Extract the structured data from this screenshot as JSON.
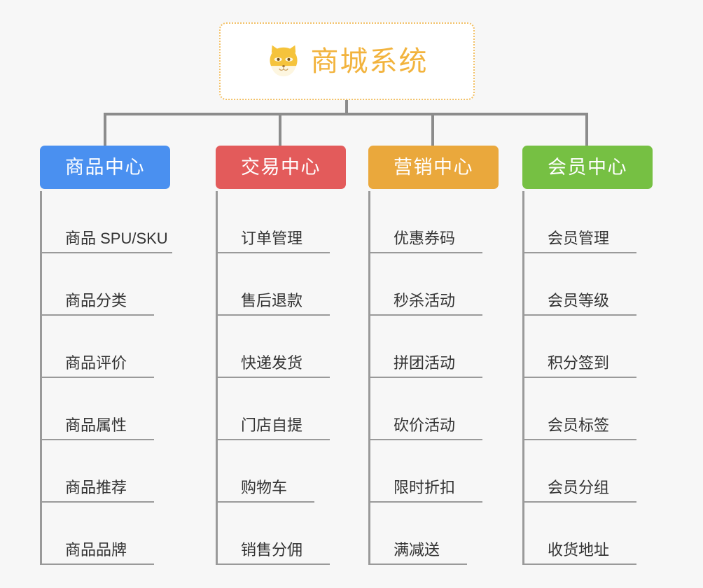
{
  "page": {
    "background_color": "#f7f7f7",
    "connector_color": "#8c8c8c"
  },
  "root": {
    "title": "商城系统",
    "icon": "shiba-dog-face-icon",
    "title_color": "#f2b33d",
    "border_color": "#f2c066",
    "background_color": "#ffffff"
  },
  "columns": [
    {
      "id": "product-center",
      "label": "商品中心",
      "color": "#4a90f0",
      "items": [
        {
          "label": "商品 SPU/SKU",
          "underline_width": 171
        },
        {
          "label": "商品分类",
          "underline_width": 145
        },
        {
          "label": "商品评价",
          "underline_width": 145
        },
        {
          "label": "商品属性",
          "underline_width": 145
        },
        {
          "label": "商品推荐",
          "underline_width": 145
        },
        {
          "label": "商品品牌",
          "underline_width": 145
        }
      ]
    },
    {
      "id": "trade-center",
      "label": "交易中心",
      "color": "#e35b5b",
      "items": [
        {
          "label": "订单管理",
          "underline_width": 145
        },
        {
          "label": "售后退款",
          "underline_width": 145
        },
        {
          "label": "快递发货",
          "underline_width": 145
        },
        {
          "label": "门店自提",
          "underline_width": 145
        },
        {
          "label": "购物车",
          "underline_width": 125
        },
        {
          "label": "销售分佣",
          "underline_width": 145
        }
      ]
    },
    {
      "id": "marketing-center",
      "label": "营销中心",
      "color": "#eaa83c",
      "items": [
        {
          "label": "优惠券码",
          "underline_width": 145
        },
        {
          "label": "秒杀活动",
          "underline_width": 145
        },
        {
          "label": "拼团活动",
          "underline_width": 145
        },
        {
          "label": "砍价活动",
          "underline_width": 145
        },
        {
          "label": "限时折扣",
          "underline_width": 145
        },
        {
          "label": "满减送",
          "underline_width": 125
        }
      ]
    },
    {
      "id": "member-center",
      "label": "会员中心",
      "color": "#76c043",
      "items": [
        {
          "label": "会员管理",
          "underline_width": 145
        },
        {
          "label": "会员等级",
          "underline_width": 145
        },
        {
          "label": "积分签到",
          "underline_width": 145
        },
        {
          "label": "会员标签",
          "underline_width": 145
        },
        {
          "label": "会员分组",
          "underline_width": 145
        },
        {
          "label": "收货地址",
          "underline_width": 145
        }
      ]
    }
  ]
}
